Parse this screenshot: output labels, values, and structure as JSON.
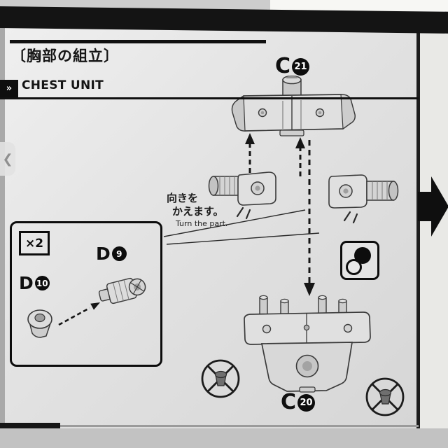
{
  "photo": {
    "nav_prev": "❮"
  },
  "header": {
    "jp_title": "〔胸部の組立〕",
    "en_title": "CHEST UNIT",
    "step_marker": "»"
  },
  "parts": {
    "top": {
      "letter": "C",
      "number": "21"
    },
    "bottom": {
      "letter": "C",
      "number": "20"
    },
    "d9": {
      "letter": "D",
      "number": "9"
    },
    "d10": {
      "letter": "D",
      "number": "10"
    }
  },
  "callouts": {
    "multiplier": "×2",
    "note_jp_line1": "向きを",
    "note_jp_line2": "かえます。",
    "note_en": "Turn the part."
  },
  "colors": {
    "ink": "#101010",
    "paper": "#e4e4e4",
    "part_fill": "#dedede"
  }
}
